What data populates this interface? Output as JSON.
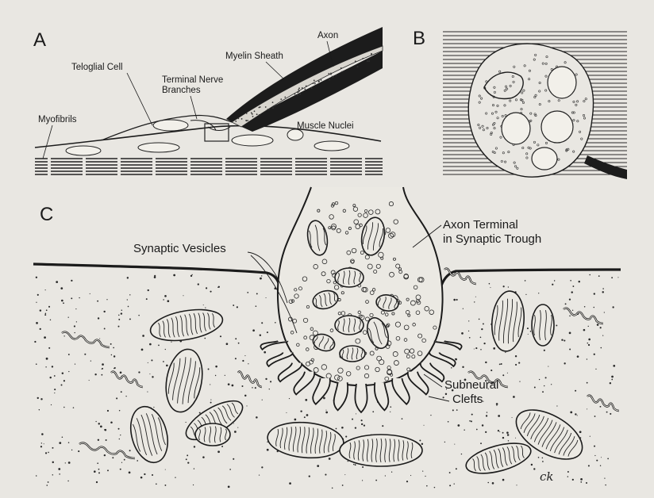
{
  "panels": {
    "a": {
      "letter": "A",
      "labels": {
        "axon": "Axon",
        "myelin_sheath": "Myelin Sheath",
        "teloglial_cell": "Teloglial Cell",
        "terminal_nerve_1": "Terminal Nerve",
        "terminal_nerve_2": "Branches",
        "myofibrils": "Myofibrils",
        "muscle_nuclei": "Muscle Nuclei"
      }
    },
    "b": {
      "letter": "B"
    },
    "c": {
      "letter": "C",
      "labels": {
        "synaptic_vesicles": "Synaptic Vesicles",
        "axon_terminal_1": "Axon Terminal",
        "axon_terminal_2": "in Synaptic Trough",
        "subneural_1": "Subneural",
        "subneural_2": "Clefts"
      },
      "signature": "ck"
    }
  },
  "colors": {
    "paper": "#e9e7e2",
    "ink": "#1b1b1b",
    "band": "#2a2a2a"
  }
}
